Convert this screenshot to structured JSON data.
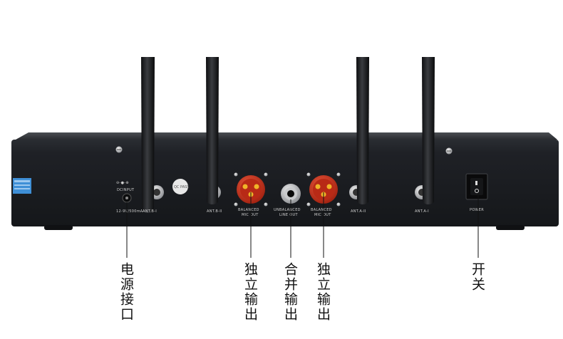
{
  "panel": {
    "dc_input_label": "DCINPUT",
    "dc_spec_label": "12-9V/500mA",
    "ant_labels": [
      "ANT.B-I",
      "ANT.B-II",
      "ANT.A-II",
      "ANT.A-I"
    ],
    "balanced_label_1": "BALANCED",
    "balanced_label_2": "MIC OUT",
    "unbalanced_label_1": "UNBALANCED",
    "unbalanced_label_2": "LINE OUT",
    "power_label": "POWER",
    "qc_sticker": "QC PASS"
  },
  "callouts": {
    "power_jack": "电源接口",
    "balanced_out_left": "独立输出",
    "mixed_out": "合并输出",
    "balanced_out_right": "独立输出",
    "power_switch": "开关"
  },
  "colors": {
    "chassis": "#1c1e22",
    "xlr_red": "#c8321e",
    "xlr_contact": "#f0b428",
    "sticker_blue": "#3f8fd6"
  }
}
